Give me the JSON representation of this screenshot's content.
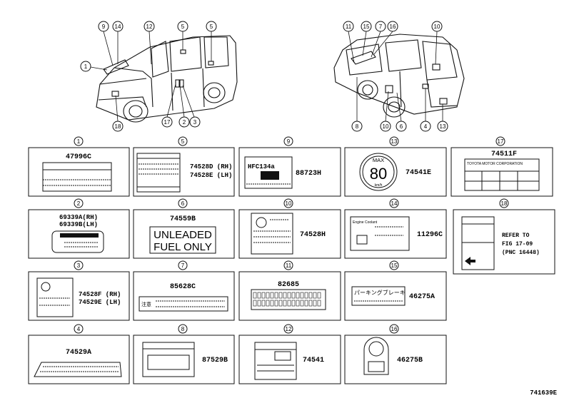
{
  "diagram": {
    "vehicle_callouts": {
      "front": [
        "9",
        "14",
        "12",
        "5",
        "5",
        "1",
        "18",
        "17",
        "2",
        "3"
      ],
      "rear": [
        "11",
        "15",
        "7",
        "16",
        "10",
        "8",
        "10",
        "6",
        "4",
        "13"
      ]
    },
    "panels": [
      {
        "num": "1",
        "parts": [
          "47996C"
        ]
      },
      {
        "num": "5",
        "parts": [
          "74528D (RH)",
          "74528E (LH)"
        ]
      },
      {
        "num": "9",
        "parts": [
          "88723H"
        ],
        "label_text": [
          "HFC134a"
        ]
      },
      {
        "num": "13",
        "parts": [
          "74541E"
        ],
        "label_text": [
          "MAX",
          "80",
          "km/h"
        ]
      },
      {
        "num": "17",
        "parts": [
          "74511F"
        ],
        "label_text": [
          "TOYOTA MOTOR CORPORATION"
        ]
      },
      {
        "num": "2",
        "parts": [
          "69339A(RH)",
          "69339B(LH)"
        ]
      },
      {
        "num": "6",
        "parts": [
          "74559B"
        ],
        "label_text": [
          "UNLEADED",
          "FUEL ONLY"
        ]
      },
      {
        "num": "10",
        "parts": [
          "74528H"
        ]
      },
      {
        "num": "14",
        "parts": [
          "11296C"
        ],
        "label_text": [
          "Engine Coolant"
        ]
      },
      {
        "num": "18",
        "parts": [
          "REFER TO",
          "FIG 17-09",
          "(PNC 16448)"
        ]
      },
      {
        "num": "3",
        "parts": [
          "74528F (RH)",
          "74529E (LH)"
        ]
      },
      {
        "num": "7",
        "parts": [
          "85628C"
        ],
        "label_text": [
          "注意"
        ]
      },
      {
        "num": "11",
        "parts": [
          "82685"
        ]
      },
      {
        "num": "15",
        "parts": [
          "46275A"
        ],
        "label_text": [
          "パーキングブレーキ"
        ]
      },
      {
        "num": "4",
        "parts": [
          "74529A"
        ]
      },
      {
        "num": "8",
        "parts": [
          "87529B"
        ]
      },
      {
        "num": "12",
        "parts": [
          "74541"
        ]
      },
      {
        "num": "16",
        "parts": [
          "46275B"
        ]
      }
    ],
    "figure_id": "741639E"
  }
}
